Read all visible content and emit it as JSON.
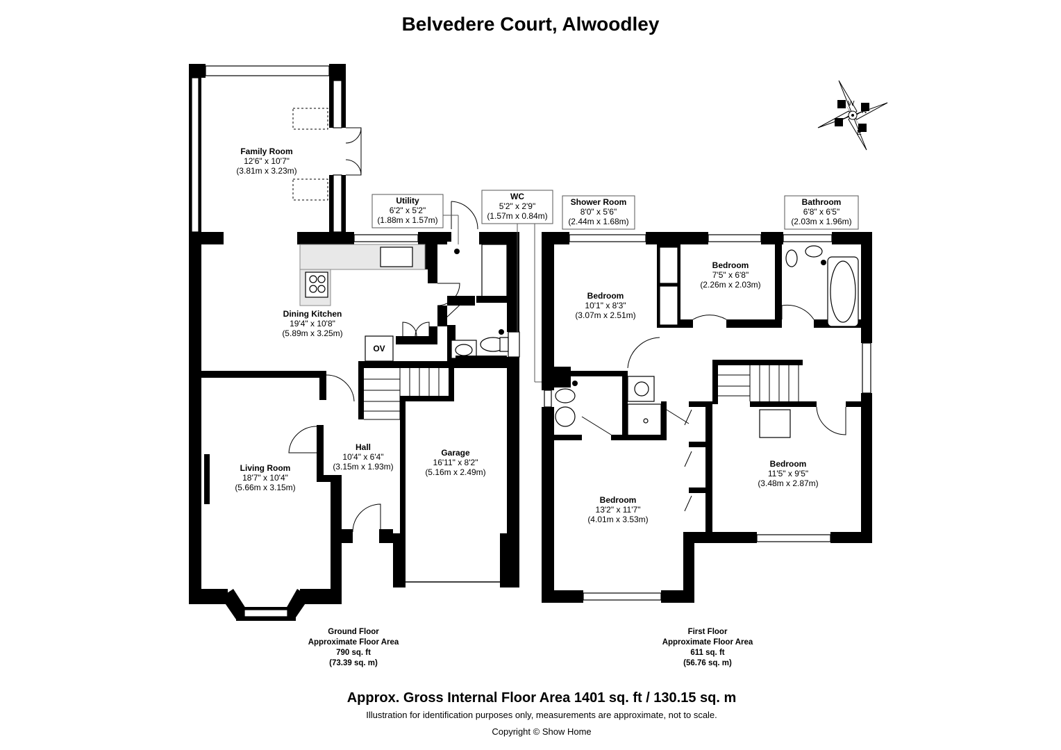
{
  "title": "Belvedere Court, Alwoodley",
  "compass": {
    "letters": [
      "W",
      "N",
      "S",
      "E"
    ]
  },
  "rooms": {
    "family_room": {
      "name": "Family Room",
      "imperial": "12'6\" x 10'7\"",
      "metric": "(3.81m x 3.23m)"
    },
    "utility": {
      "name": "Utility",
      "imperial": "6'2\" x 5'2\"",
      "metric": "(1.88m x 1.57m)"
    },
    "wc": {
      "name": "WC",
      "imperial": "5'2\" x 2'9\"",
      "metric": "(1.57m x 0.84m)"
    },
    "dining_kitchen": {
      "name": "Dining Kitchen",
      "imperial": "19'4\" x 10'8\"",
      "metric": "(5.89m x 3.25m)"
    },
    "living_room": {
      "name": "Living Room",
      "imperial": "18'7\" x 10'4\"",
      "metric": "(5.66m x 3.15m)"
    },
    "hall": {
      "name": "Hall",
      "imperial": "10'4\" x 6'4\"",
      "metric": "(3.15m x 1.93m)"
    },
    "garage": {
      "name": "Garage",
      "imperial": "16'11\" x 8'2\"",
      "metric": "(5.16m x 2.49m)"
    },
    "shower_room": {
      "name": "Shower Room",
      "imperial": "8'0\" x 5'6\"",
      "metric": "(2.44m x 1.68m)"
    },
    "bathroom": {
      "name": "Bathroom",
      "imperial": "6'8\" x 6'5\"",
      "metric": "(2.03m x 1.96m)"
    },
    "bedroom_a": {
      "name": "Bedroom",
      "imperial": "10'1\" x 8'3\"",
      "metric": "(3.07m x 2.51m)"
    },
    "bedroom_b": {
      "name": "Bedroom",
      "imperial": "7'5\" x 6'8\"",
      "metric": "(2.26m x 2.03m)"
    },
    "bedroom_c": {
      "name": "Bedroom",
      "imperial": "11'5\" x 9'5\"",
      "metric": "(3.48m x 2.87m)"
    },
    "bedroom_d": {
      "name": "Bedroom",
      "imperial": "13'2\" x 11'7\"",
      "metric": "(4.01m x 3.53m)"
    }
  },
  "fixtures": {
    "oven_label": "OV"
  },
  "floors": {
    "ground": {
      "name": "Ground Floor",
      "label": "Approximate Floor Area",
      "sqft": "790 sq. ft",
      "sqm": "(73.39 sq. m)"
    },
    "first": {
      "name": "First Floor",
      "label": "Approximate Floor Area",
      "sqft": "611 sq. ft",
      "sqm": "(56.76 sq. m)"
    }
  },
  "gross_area": "Approx. Gross Internal Floor Area 1401 sq. ft / 130.15 sq. m",
  "disclaimer": "Illustration for identification purposes only, measurements are approximate, not to scale.",
  "copyright": "Copyright © Show Home"
}
